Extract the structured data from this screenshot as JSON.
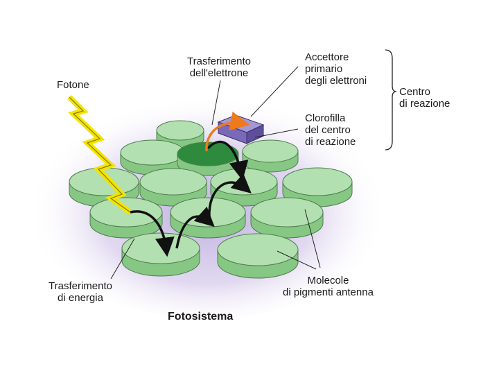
{
  "diagram": {
    "title": "Fotosistema",
    "labels": {
      "photon": "Fotone",
      "electron_transfer": [
        "Trasferimento",
        "dell'elettrone"
      ],
      "primary_acceptor": [
        "Accettore",
        "primario",
        "degli elettroni"
      ],
      "reaction_center": [
        "Centro",
        "di reazione"
      ],
      "reaction_center_chlorophyll": [
        "Clorofilla",
        "del centro",
        "di reazione"
      ],
      "energy_transfer": [
        "Trasferimento",
        "di energia"
      ],
      "antenna_molecules": [
        "Molecole",
        "di pigmenti antenna"
      ]
    },
    "colors": {
      "disk_fill": "#b3e0b0",
      "disk_side": "#86c784",
      "center_disk": "#2e8b3e",
      "acceptor": "#8c7cc4",
      "photon": "#f2e400",
      "glow": "#cbbde6",
      "arrow_energy": "#111111",
      "arrow_electron": "#ee7a1c"
    }
  }
}
